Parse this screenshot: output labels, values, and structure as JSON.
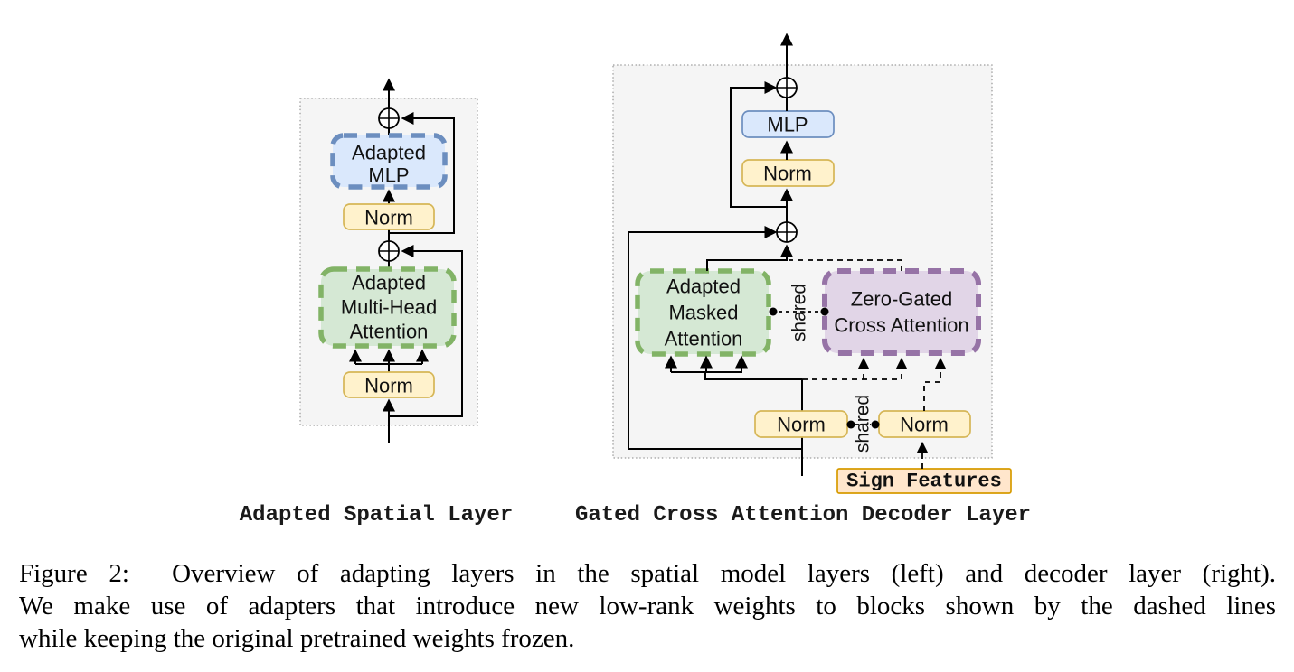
{
  "diagram_labels": {
    "left": "Adapted Spatial Layer",
    "right": "Gated Cross Attention Decoder Layer"
  },
  "left_diagram": {
    "adapted_mlp": {
      "line1": "Adapted",
      "line2": "MLP"
    },
    "norm_upper": "Norm",
    "adapted_mha": {
      "line1": "Adapted",
      "line2": "Multi-Head",
      "line3": "Attention"
    },
    "norm_lower": "Norm"
  },
  "right_diagram": {
    "mlp": "MLP",
    "norm_upper": "Norm",
    "adapted_masked_attention": {
      "line1": "Adapted",
      "line2": "Masked",
      "line3": "Attention"
    },
    "zero_gated_cross_attention": {
      "line1": "Zero-Gated",
      "line2": "Cross Attention"
    },
    "shared_attention": "shared",
    "shared_norm": "shared",
    "norm_self": "Norm",
    "norm_cross": "Norm",
    "sign_features": "Sign Features"
  },
  "caption": {
    "line1": "Figure 2:  Overview of adapting layers in the spatial model layers (left) and decoder layer (right).",
    "line2": "We make use of adapters that introduce new low-rank weights to blocks shown by the dashed lines",
    "line3": "while keeping the original pretrained weights frozen."
  },
  "colors": {
    "norm_fill": "#fff2cc",
    "norm_stroke": "#d6b656",
    "mlp_fill": "#dae8fc",
    "mlp_stroke": "#6c8ebf",
    "attention_fill": "#d5e8d4",
    "attention_stroke": "#82b366",
    "cross_attention_fill": "#e1d5e7",
    "cross_attention_stroke": "#9673a6",
    "sign_features_fill": "#ffe6cc",
    "sign_features_stroke": "#d79b00",
    "panel_fill": "#f5f5f5",
    "panel_stroke": "#9e9e9e",
    "line_color": "#000000"
  }
}
